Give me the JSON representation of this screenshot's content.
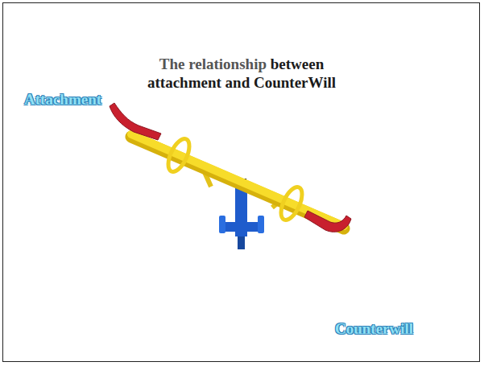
{
  "diagram": {
    "title": "The relationship between attachment and CounterWill",
    "labels": [
      "Attachment",
      "Counterwill"
    ]
  }
}
